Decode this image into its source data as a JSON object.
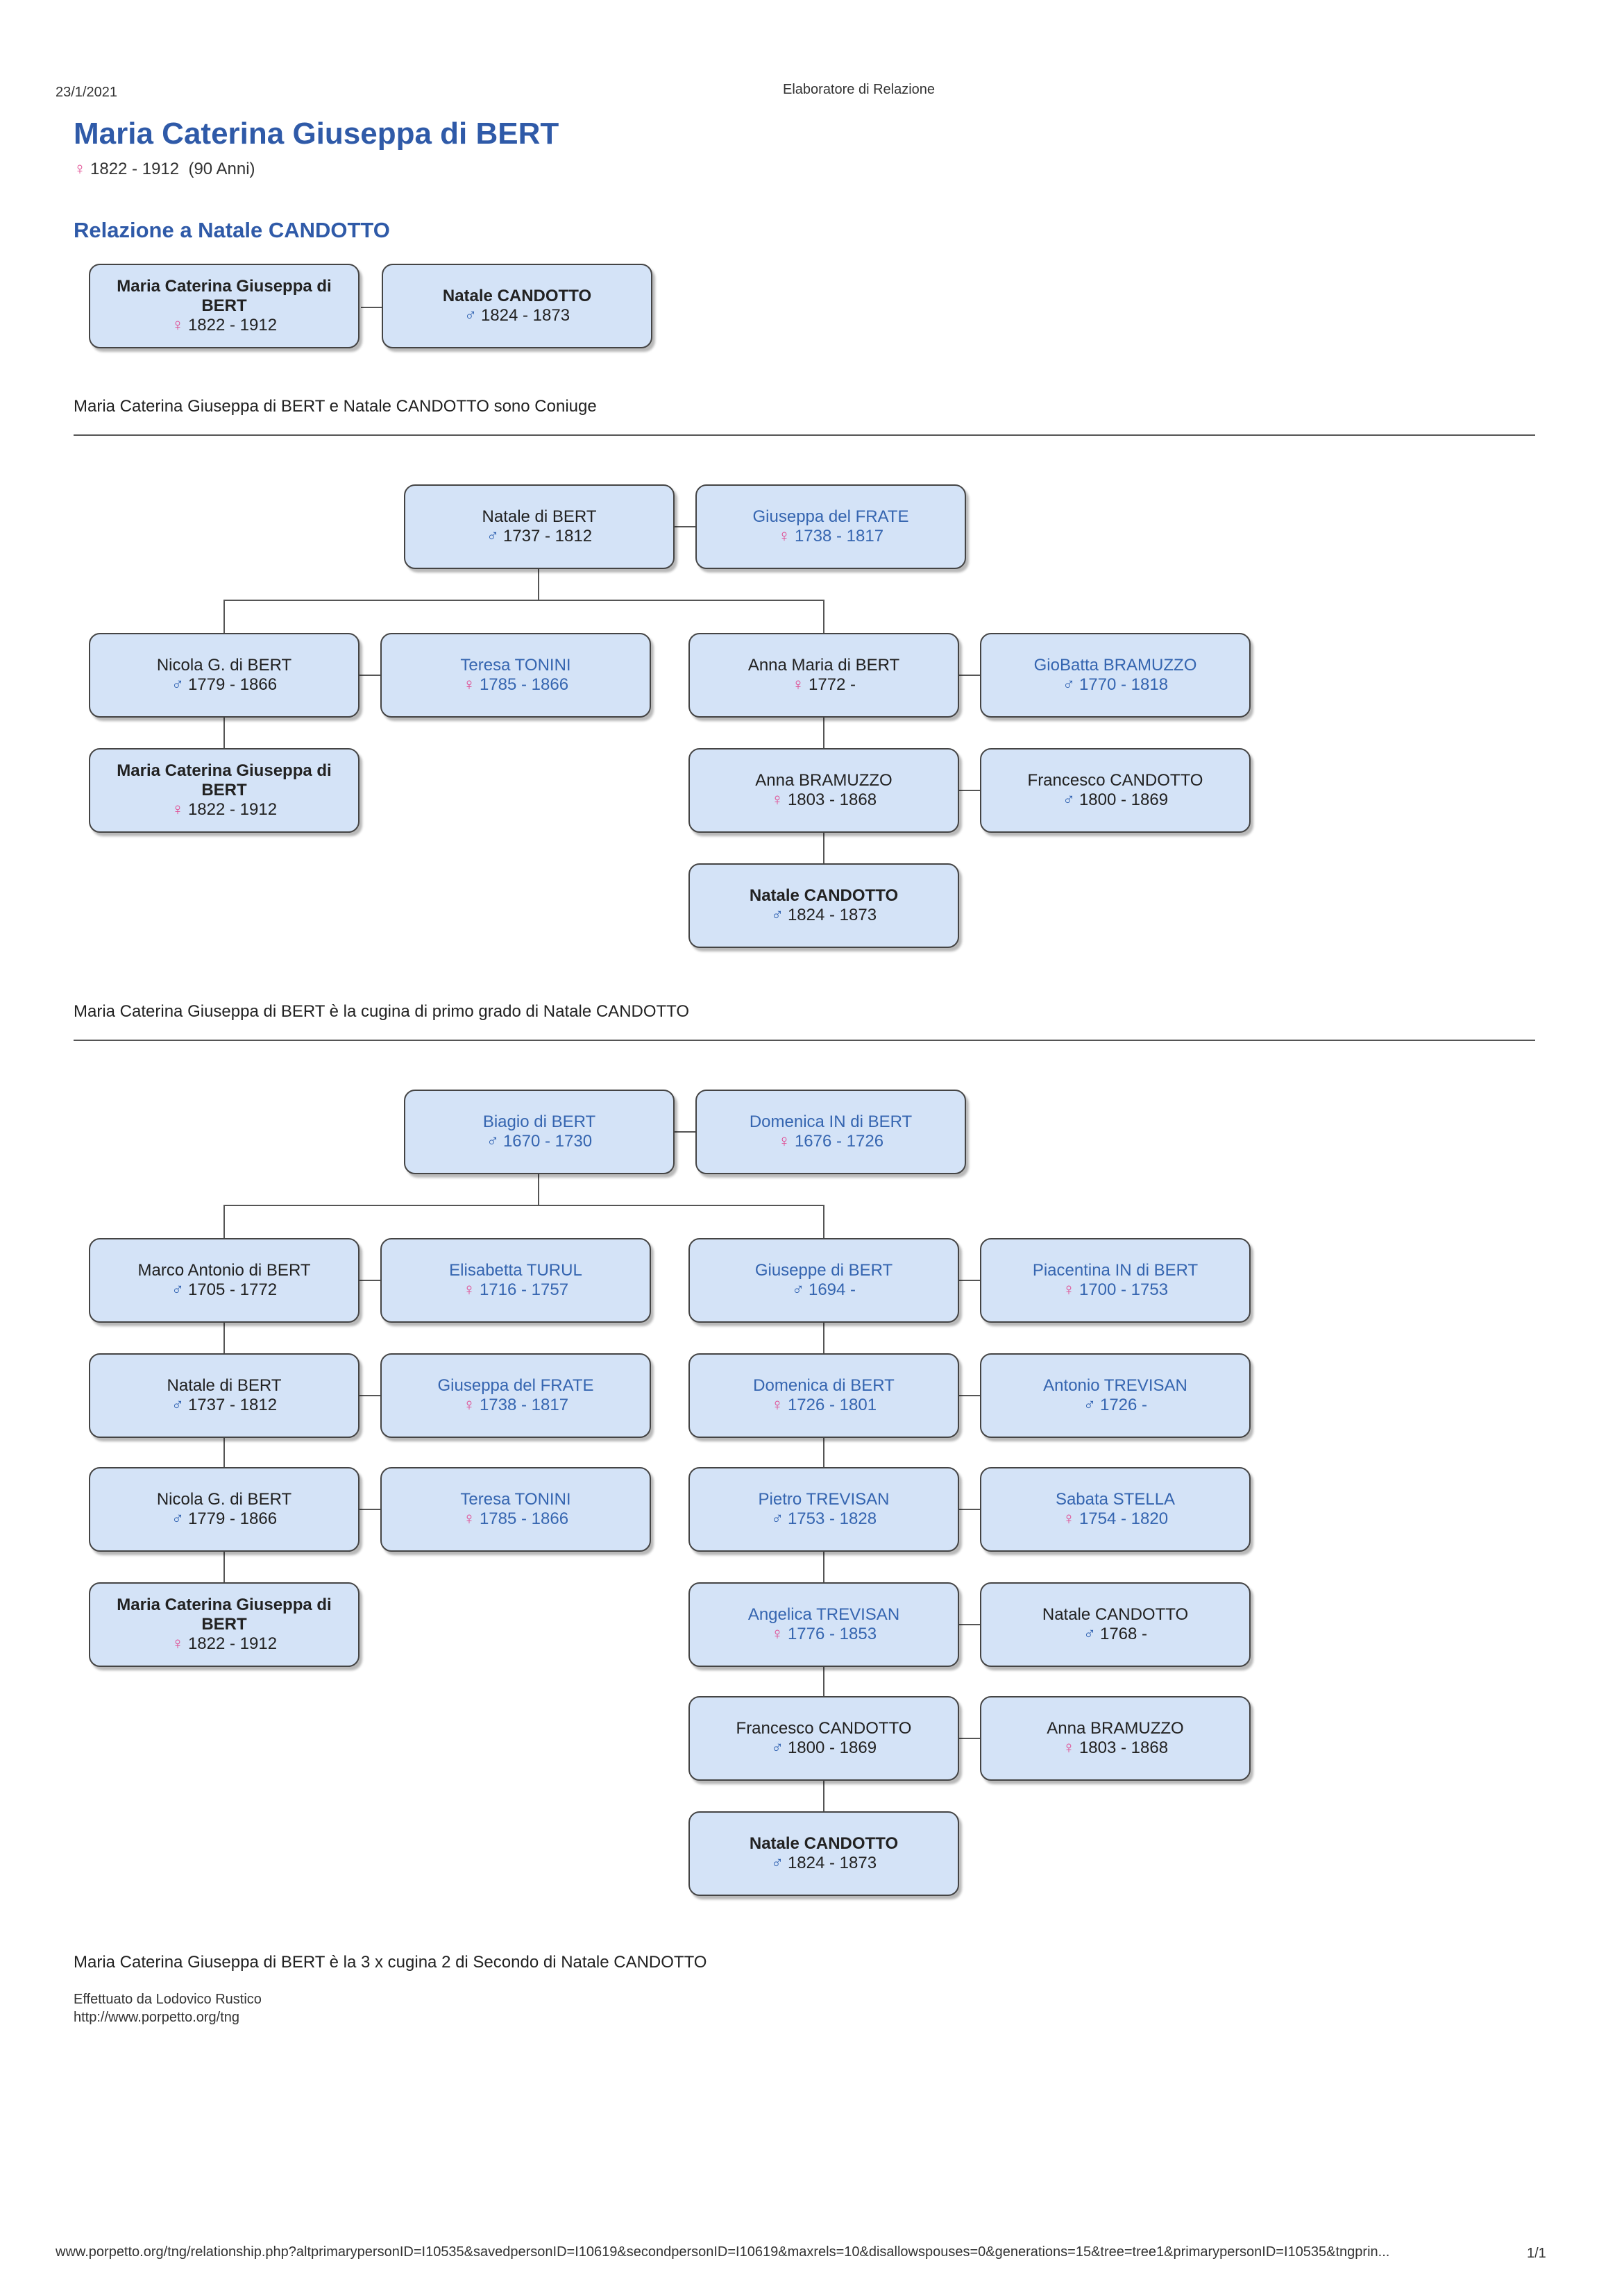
{
  "header": {
    "date": "23/1/2021",
    "app_title": "Elaboratore di Relazione"
  },
  "person": {
    "name": "Maria Caterina Giuseppa di BERT",
    "gender_symbol": "♀",
    "dates": "1822 - 1912",
    "age": "(90 Anni)"
  },
  "relation_heading": "Relazione a Natale CANDOTTO",
  "section1": {
    "persons": [
      {
        "name": "Maria Caterina Giuseppa di BERT",
        "sym": "♀",
        "dates": "1822 - 1912"
      },
      {
        "name": "Natale CANDOTTO",
        "sym": "♂",
        "dates": "1824 - 1873"
      }
    ],
    "caption": "Maria Caterina Giuseppa di BERT e Natale CANDOTTO sono Coniuge"
  },
  "section2": {
    "persons": [
      {
        "name": "Natale di BERT",
        "sym": "♂",
        "dates": "1737 - 1812"
      },
      {
        "name": "Giuseppa del FRATE",
        "sym": "♀",
        "dates": "1738 - 1817"
      },
      {
        "name": "Nicola G. di BERT",
        "sym": "♂",
        "dates": "1779 - 1866"
      },
      {
        "name": "Teresa TONINI",
        "sym": "♀",
        "dates": "1785 - 1866"
      },
      {
        "name": "Anna Maria di BERT",
        "sym": "♀",
        "dates": "1772 -"
      },
      {
        "name": "GioBatta BRAMUZZO",
        "sym": "♂",
        "dates": "1770 - 1818"
      },
      {
        "name": "Maria Caterina Giuseppa di BERT",
        "sym": "♀",
        "dates": "1822 - 1912"
      },
      {
        "name": "Anna BRAMUZZO",
        "sym": "♀",
        "dates": "1803 - 1868"
      },
      {
        "name": "Francesco CANDOTTO",
        "sym": "♂",
        "dates": "1800 - 1869"
      },
      {
        "name": "Natale CANDOTTO",
        "sym": "♂",
        "dates": "1824 - 1873"
      }
    ],
    "caption": "Maria Caterina Giuseppa di BERT è la cugina di primo grado di Natale CANDOTTO"
  },
  "section3": {
    "persons": [
      {
        "name": "Biagio di BERT",
        "sym": "♂",
        "dates": "1670 - 1730"
      },
      {
        "name": "Domenica IN di BERT",
        "sym": "♀",
        "dates": "1676 - 1726"
      },
      {
        "name": "Marco Antonio di BERT",
        "sym": "♂",
        "dates": "1705 - 1772"
      },
      {
        "name": "Elisabetta TURUL",
        "sym": "♀",
        "dates": "1716 - 1757"
      },
      {
        "name": "Giuseppe di BERT",
        "sym": "♂",
        "dates": "1694 -"
      },
      {
        "name": "Piacentina IN di BERT",
        "sym": "♀",
        "dates": "1700 - 1753"
      },
      {
        "name": "Natale di BERT",
        "sym": "♂",
        "dates": "1737 - 1812"
      },
      {
        "name": "Giuseppa del FRATE",
        "sym": "♀",
        "dates": "1738 - 1817"
      },
      {
        "name": "Domenica di BERT",
        "sym": "♀",
        "dates": "1726 - 1801"
      },
      {
        "name": "Antonio TREVISAN",
        "sym": "♂",
        "dates": "1726 -"
      },
      {
        "name": "Nicola G. di BERT",
        "sym": "♂",
        "dates": "1779 - 1866"
      },
      {
        "name": "Teresa TONINI",
        "sym": "♀",
        "dates": "1785 - 1866"
      },
      {
        "name": "Pietro TREVISAN",
        "sym": "♂",
        "dates": "1753 - 1828"
      },
      {
        "name": "Sabata STELLA",
        "sym": "♀",
        "dates": "1754 - 1820"
      },
      {
        "name": "Maria Caterina Giuseppa di BERT",
        "sym": "♀",
        "dates": "1822 - 1912"
      },
      {
        "name": "Angelica TREVISAN",
        "sym": "♀",
        "dates": "1776 - 1853"
      },
      {
        "name": "Natale CANDOTTO",
        "sym": "♂",
        "dates": "1768 -"
      },
      {
        "name": "Francesco CANDOTTO",
        "sym": "♂",
        "dates": "1800 - 1869"
      },
      {
        "name": "Anna BRAMUZZO",
        "sym": "♀",
        "dates": "1803 - 1868"
      },
      {
        "name": "Natale CANDOTTO",
        "sym": "♂",
        "dates": "1824 - 1873"
      }
    ],
    "caption": "Maria Caterina Giuseppa di BERT è la 3 x cugina 2 di Secondo di Natale CANDOTTO"
  },
  "footer": {
    "made_by": "Effettuato da Lodovico Rustico",
    "site": "http://www.porpetto.org/tng",
    "url": "www.porpetto.org/tng/relationship.php?altprimarypersonID=I10535&savedpersonID=I10619&secondpersonID=I10619&maxrels=10&disallowspouses=0&generations=15&tree=tree1&primarypersonID=I10535&tngprin...",
    "page": "1/1"
  }
}
